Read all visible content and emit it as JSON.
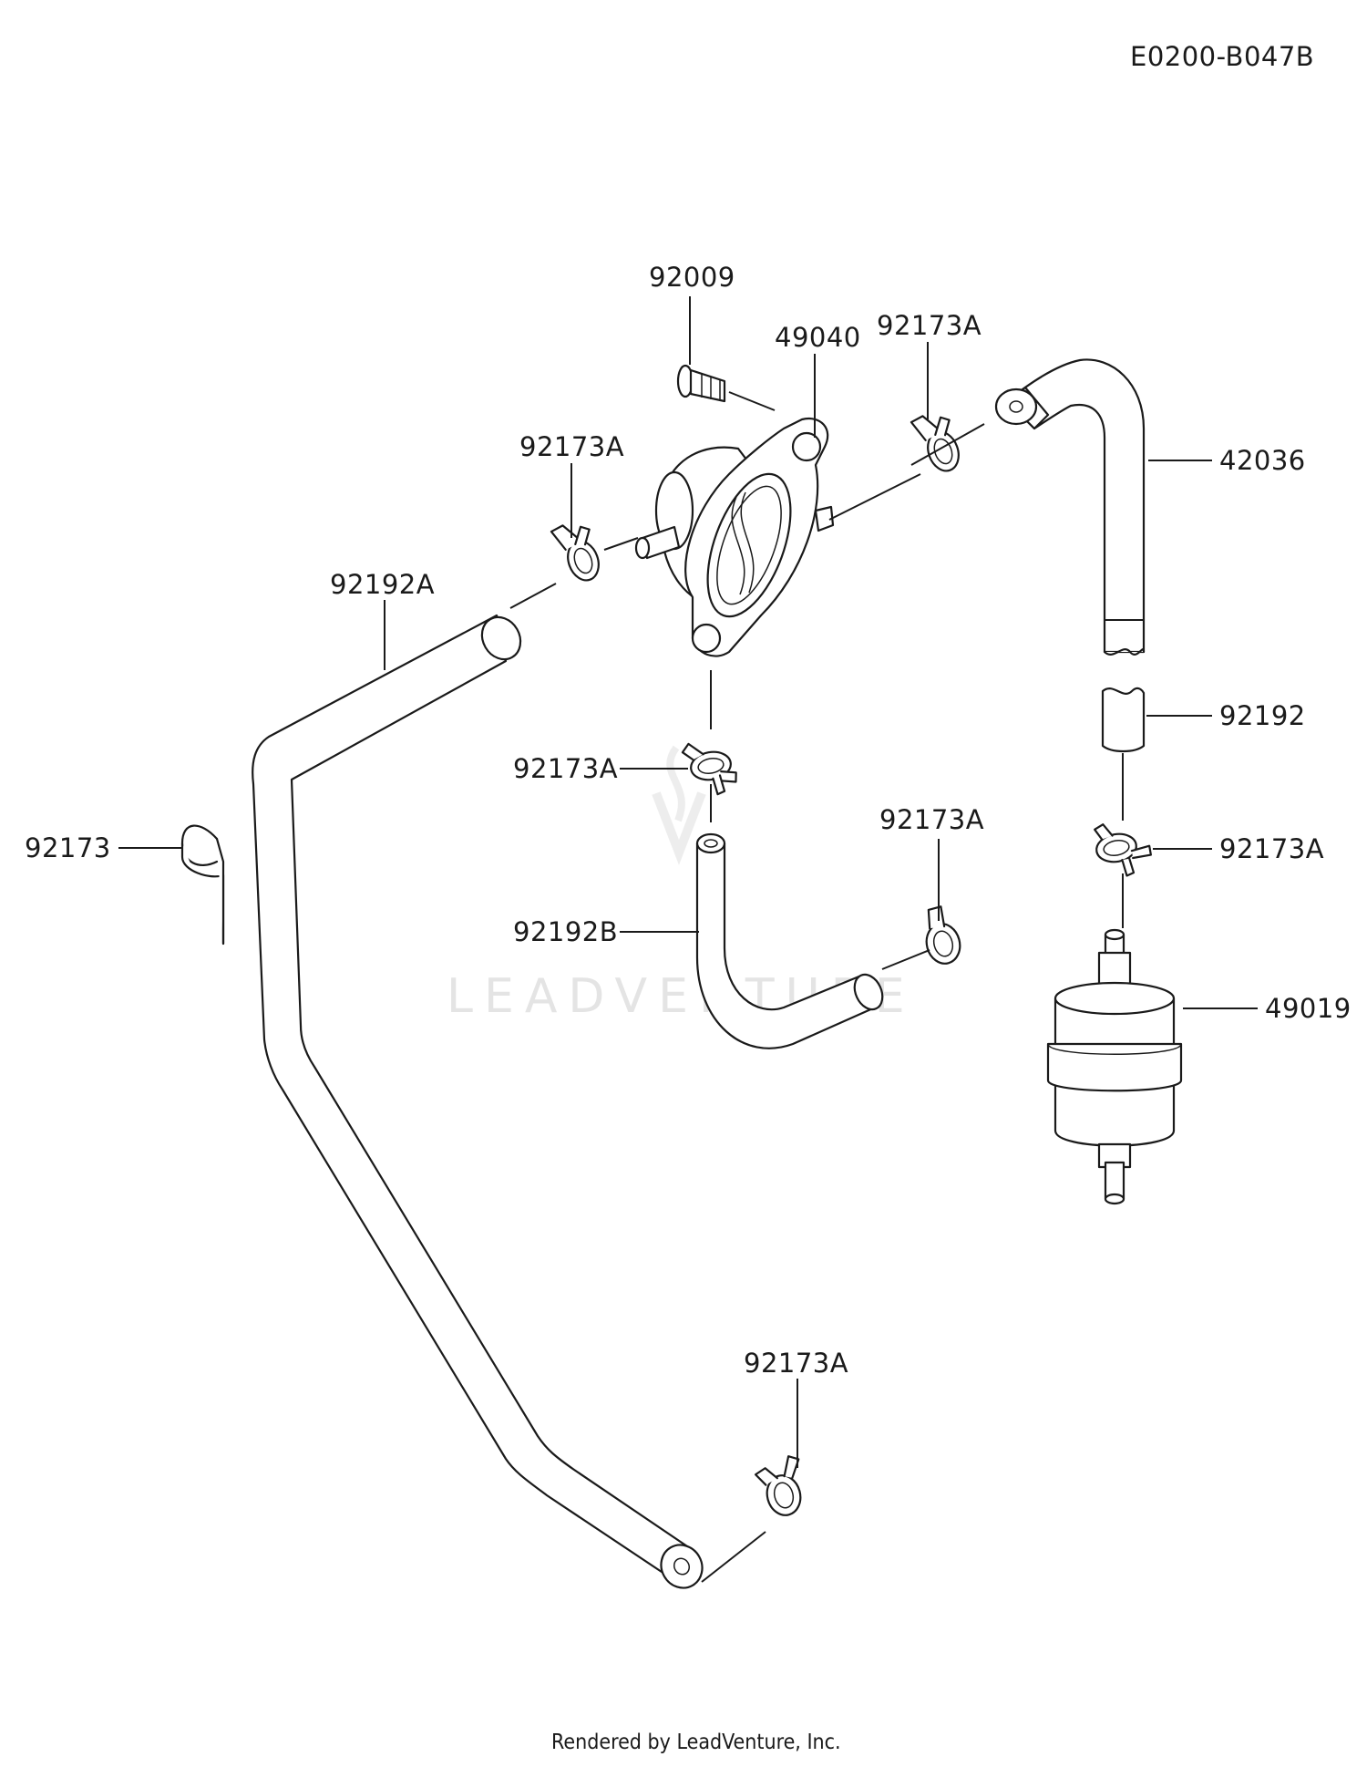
{
  "diagram_code": "E0200-B047B",
  "watermark": "LEADVENTURE",
  "footer": "Rendered by LeadVenture, Inc.",
  "callouts": [
    {
      "id": "c1",
      "label": "92009"
    },
    {
      "id": "c2",
      "label": "49040"
    },
    {
      "id": "c3",
      "label": "92173A"
    },
    {
      "id": "c4",
      "label": "42036"
    },
    {
      "id": "c5",
      "label": "92173A"
    },
    {
      "id": "c6",
      "label": "92192A"
    },
    {
      "id": "c7",
      "label": "92192"
    },
    {
      "id": "c8",
      "label": "92173A"
    },
    {
      "id": "c9",
      "label": "92173A"
    },
    {
      "id": "c10",
      "label": "92173"
    },
    {
      "id": "c11",
      "label": "92173A"
    },
    {
      "id": "c12",
      "label": "92192B"
    },
    {
      "id": "c13",
      "label": "49019"
    },
    {
      "id": "c14",
      "label": "92173A"
    }
  ]
}
